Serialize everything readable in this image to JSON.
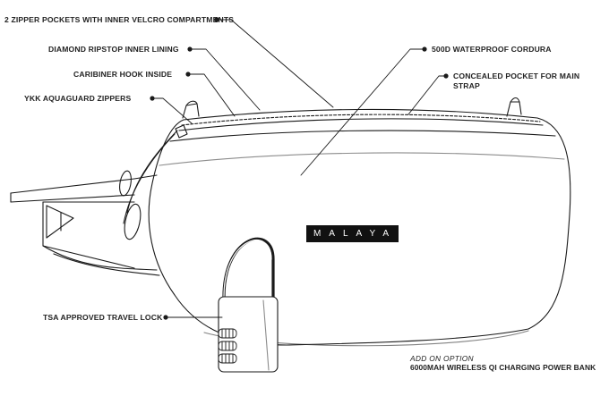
{
  "callouts": {
    "zipper_pockets": "2 ZIPPER POCKETS WITH  INNER VELCRO COMPARTMENTS",
    "inner_lining": "DIAMOND RIPSTOP INNER LINING",
    "caribiner": "CARIBINER HOOK INSIDE",
    "zippers": "YKK AQUAGUARD ZIPPERS",
    "cordura": "500D WATERPROOF CORDURA",
    "concealed_pocket": "CONCEALED POCKET FOR MAIN STRAP",
    "travel_lock": "TSA APPROVED TRAVEL LOCK"
  },
  "brand": {
    "logo_text": "MALAYA"
  },
  "addon": {
    "label": "ADD ON OPTION",
    "product": "6000MAH WIRELESS QI CHARGING POWER BANK"
  },
  "colors": {
    "ink": "#1a1a1a",
    "logo_bg": "#111111",
    "logo_text": "#ffffff",
    "paper": "#ffffff"
  }
}
